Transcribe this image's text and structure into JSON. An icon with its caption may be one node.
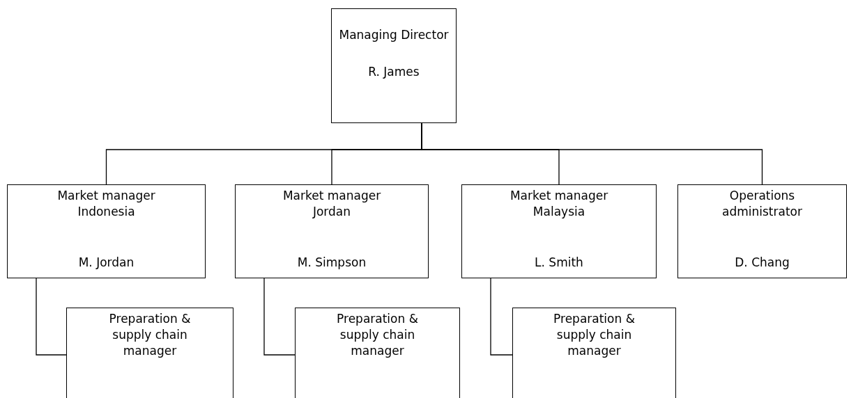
{
  "diagram": {
    "nodes": [
      {
        "text": [
          "Managing Director",
          "R. James"
        ]
      },
      {
        "text": [
          "Market manager Indonesia",
          "M. Jordan"
        ]
      },
      {
        "text": [
          "Market manager Jordan",
          "M. Simpson"
        ]
      },
      {
        "text": [
          "Market manager Malaysia",
          "L. Smith"
        ]
      },
      {
        "text": [
          "Operations administrator",
          "D. Chang"
        ]
      },
      {
        "text": [
          "Preparation & supply chain manager"
        ]
      },
      {
        "text": [
          "Preparation & supply chain manager"
        ]
      },
      {
        "text": [
          "Preparation & supply chain manager"
        ]
      }
    ],
    "edges": [
      {
        "from": 0,
        "to": 1,
        "arrow": "none"
      },
      {
        "from": 0,
        "to": 2,
        "arrow": "none"
      },
      {
        "from": 0,
        "to": 3,
        "arrow": "none"
      },
      {
        "from": 0,
        "to": 4,
        "arrow": "none"
      },
      {
        "from": 1,
        "to": 5,
        "arrow": "none"
      },
      {
        "from": 2,
        "to": 6,
        "arrow": "none"
      },
      {
        "from": 3,
        "to": 7,
        "arrow": "none"
      }
    ]
  }
}
